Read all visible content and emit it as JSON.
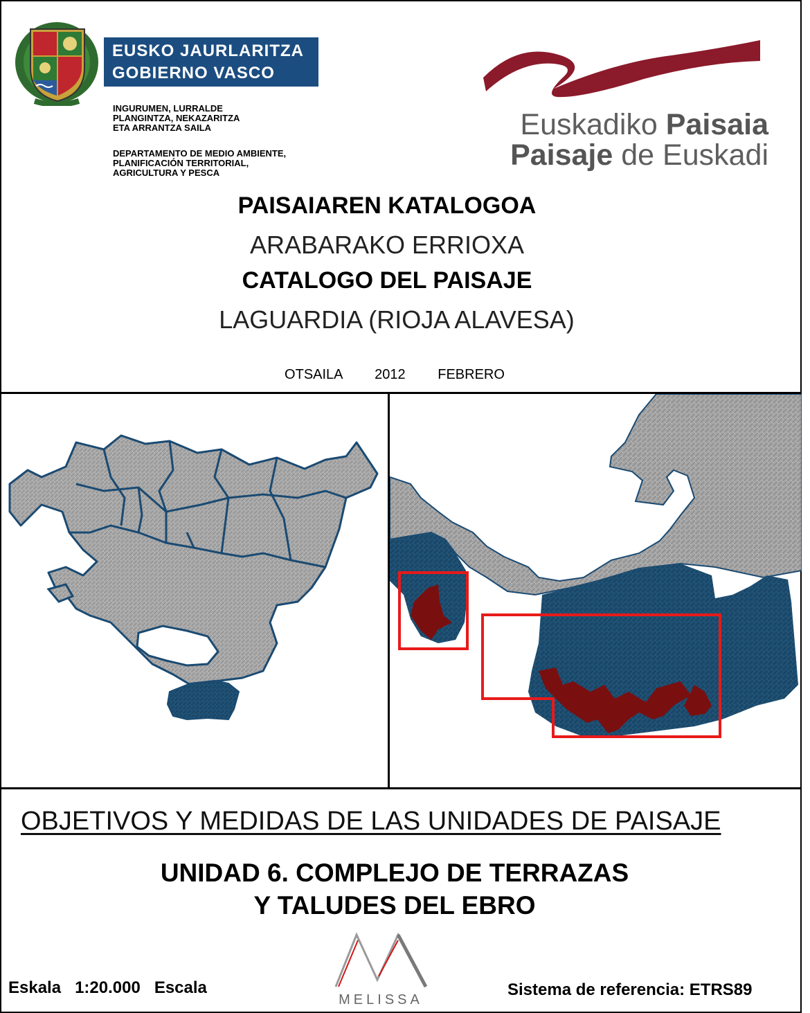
{
  "header": {
    "gov_logo": {
      "line1": "EUSKO JAURLARITZA",
      "line2": "GOBIERNO VASCO",
      "dept_basque": "INGURUMEN, LURRALDE\nPLANGINTZA, NEKAZARITZA\nETA ARRANTZA SAILA",
      "dept_spanish": "DEPARTAMENTO DE MEDIO AMBIENTE,\nPLANIFICACIÓN TERRITORIAL,\nAGRICULTURA Y PESCA"
    },
    "paisaia_logo": {
      "line1_normal": "Euskadiko ",
      "line1_bold": "Paisaia",
      "line2_bold": "Paisaje",
      "line2_normal": " de Euskadi"
    }
  },
  "titles": {
    "catalog_basque": "PAISAIAREN KATALOGOA",
    "region_basque": "ARABARAKO ERRIOXA",
    "catalog_spanish": "CATALOGO DEL PAISAJE",
    "region_spanish": "LAGUARDIA (RIOJA ALAVESA)",
    "date": "OTSAILA   2012   FEBRERO"
  },
  "section": {
    "objectives": "OBJETIVOS Y MEDIDAS DE LAS UNIDADES DE PAISAJE",
    "unit_line1": "UNIDAD 6. COMPLEJO DE TERRAZAS",
    "unit_line2": "Y TALUDES DEL EBRO"
  },
  "footer": {
    "scale": "Eskala   1:20.000   Escala",
    "brand": "MELISSA",
    "reference": "Sistema de referencia: ETRS89"
  },
  "colors": {
    "gov_blue": "#1c4d80",
    "paisaia_red": "#8b1a2b",
    "map_gray": "#a8a8a8",
    "map_blue": "#1e4f73",
    "map_border": "#1a4a72",
    "unit_red": "#7a0f10",
    "frame_red": "#e81a1a"
  }
}
